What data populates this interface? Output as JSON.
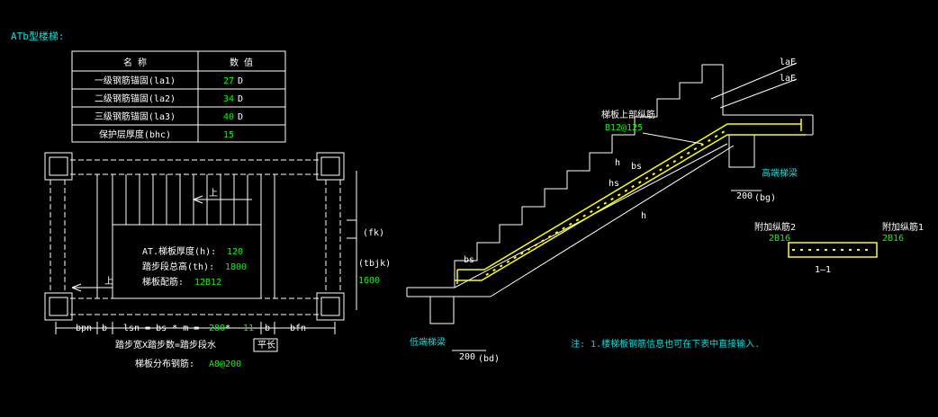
{
  "title": "ATb型楼梯:",
  "table": {
    "headers": [
      "名  称",
      "数  值"
    ],
    "rows": [
      {
        "name": "一级钢筋锚固(la1)",
        "value": "27",
        "unit": "D"
      },
      {
        "name": "二级钢筋锚固(la2)",
        "value": "34",
        "unit": "D"
      },
      {
        "name": "三级钢筋锚固(la3)",
        "value": "40",
        "unit": "D"
      },
      {
        "name": "保护层厚度(bhc)",
        "value": "15",
        "unit": ""
      }
    ]
  },
  "plan": {
    "up_label": "上",
    "info": [
      {
        "label": "AT.梯板厚度(h):",
        "value": "120"
      },
      {
        "label": "踏步段总高(th):",
        "value": "1800"
      },
      {
        "label": "梯板配筋:",
        "value": "12B12"
      }
    ],
    "fk_label": "(fk)",
    "tbjk_label": "(tbjk)",
    "tbjk_value": "1600",
    "bpn_label": "bpn",
    "b_label": "b",
    "lsn_prefix": "lsn = bs * m = ",
    "bs_value": "280",
    "times": " * ",
    "m_value": "11",
    "bfn_label": "bfn",
    "step_note_text": "踏步宽X踏步数=踏步段水",
    "step_note_tail": "平长",
    "dist_rebar_label": "梯板分布钢筋:",
    "dist_rebar_value": "A8@200"
  },
  "section": {
    "le_label_1": "laE",
    "le_label_2": "laE",
    "top_rebar_label": "梯板上部纵筋",
    "top_rebar_value": "B12@125",
    "bs_label_1": "bs",
    "hs_label": "hs",
    "h_label_1": "h",
    "h_label_2": "h",
    "bs_label_2": "bs",
    "high_beam_label": "高端梯梁",
    "bg_value": "200",
    "bg_label": "(bg)",
    "low_beam_label": "低端梯梁",
    "bd_value": "200",
    "bd_label": "(bd)"
  },
  "detail": {
    "add_rebar_2_label": "附加纵筋2",
    "add_rebar_2_value": "2B16",
    "add_rebar_1_label": "附加纵筋1",
    "add_rebar_1_value": "2B16",
    "section_mark": "1—1"
  },
  "note": "注: 1.楼梯板钢筋信息也可在下表中直接输入."
}
